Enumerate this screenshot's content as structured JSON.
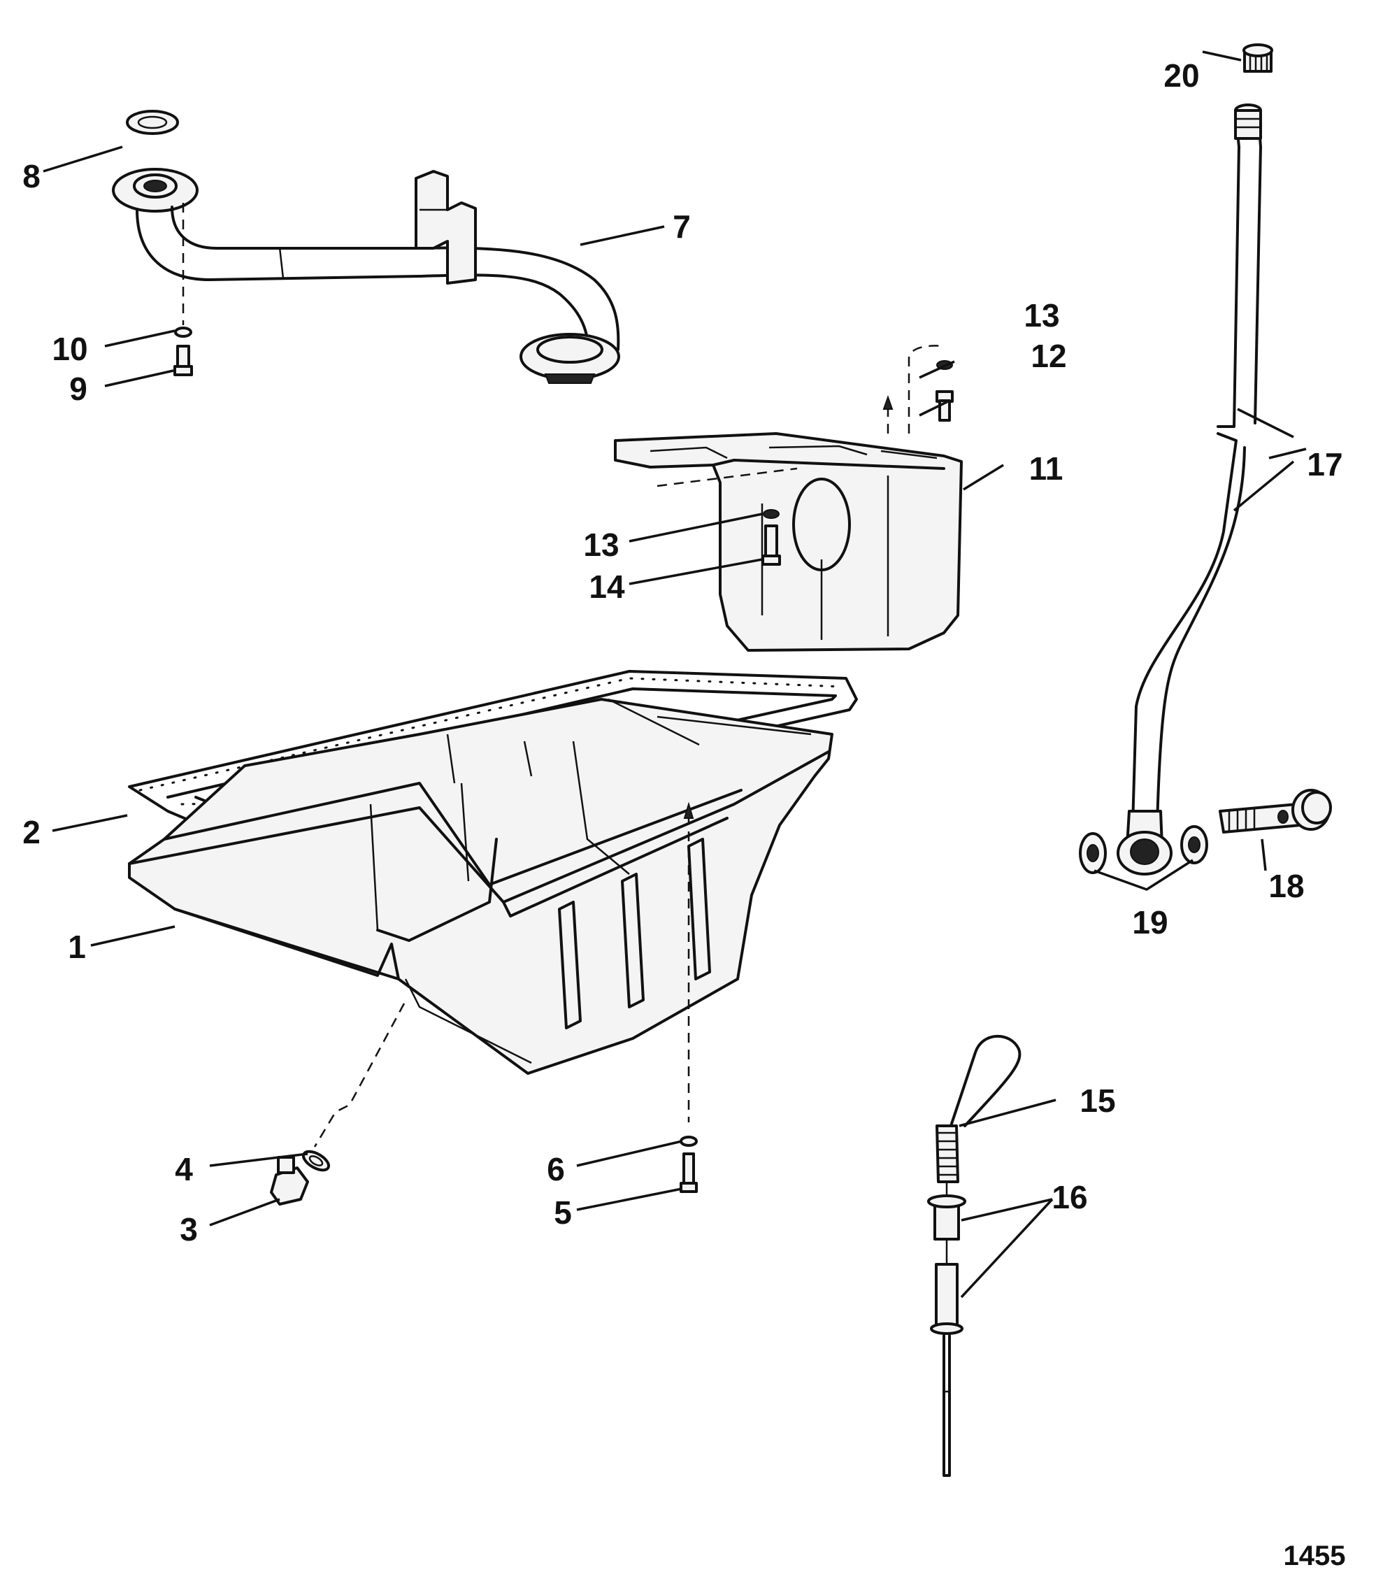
{
  "figure_number": "1455",
  "callouts": [
    {
      "id": "c1",
      "text": "1"
    },
    {
      "id": "c2",
      "text": "2"
    },
    {
      "id": "c3",
      "text": "3"
    },
    {
      "id": "c4",
      "text": "4"
    },
    {
      "id": "c5",
      "text": "5"
    },
    {
      "id": "c6",
      "text": "6"
    },
    {
      "id": "c7",
      "text": "7"
    },
    {
      "id": "c8",
      "text": "8"
    },
    {
      "id": "c9",
      "text": "9"
    },
    {
      "id": "c10",
      "text": "10"
    },
    {
      "id": "c11",
      "text": "11"
    },
    {
      "id": "c12",
      "text": "12"
    },
    {
      "id": "c13a",
      "text": "13"
    },
    {
      "id": "c13b",
      "text": "13"
    },
    {
      "id": "c14",
      "text": "14"
    },
    {
      "id": "c15",
      "text": "15"
    },
    {
      "id": "c16",
      "text": "16"
    },
    {
      "id": "c17",
      "text": "17"
    },
    {
      "id": "c18",
      "text": "18"
    },
    {
      "id": "c19",
      "text": "19"
    },
    {
      "id": "c20",
      "text": "20"
    }
  ]
}
